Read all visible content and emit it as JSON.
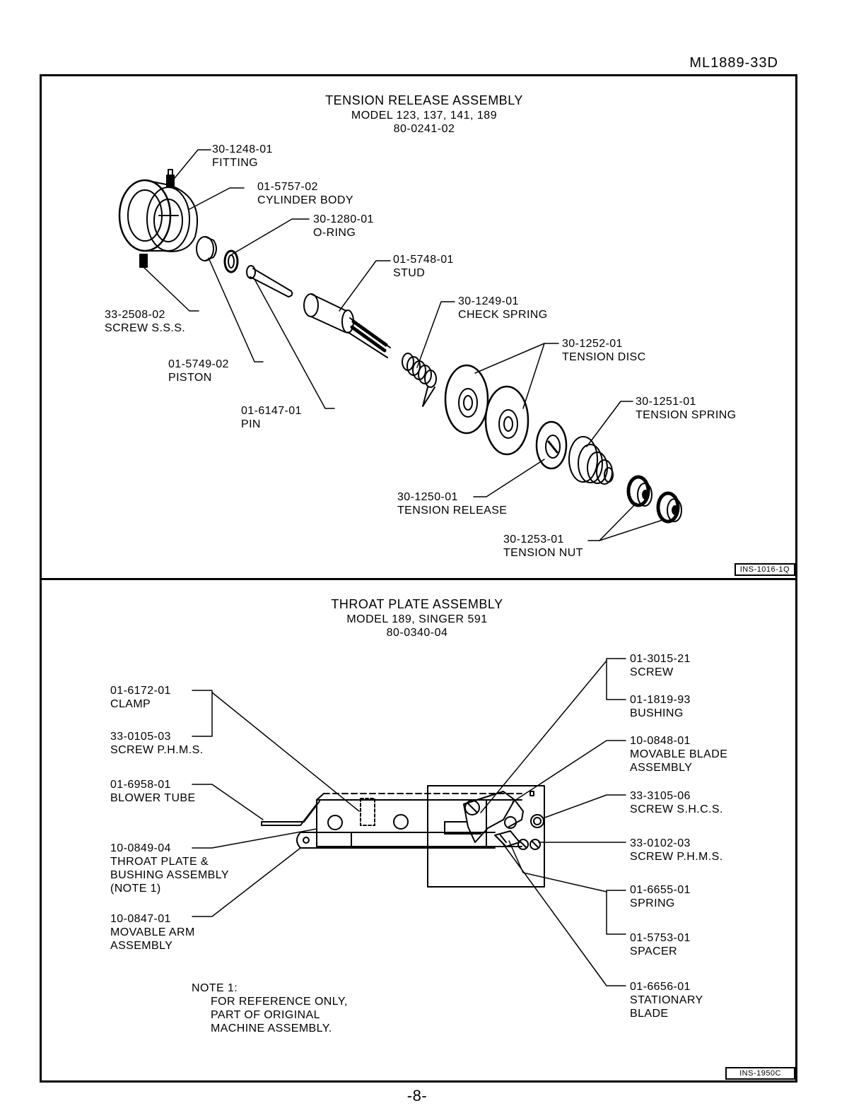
{
  "doc_code": "ML1889-33D",
  "page_number": "-8-",
  "top": {
    "title": "TENSION RELEASE ASSEMBLY",
    "model": "MODEL 123, 137, 141, 189",
    "part_no": "80-0241-02",
    "ins": "INS-1016-1Q",
    "callouts": [
      {
        "part": "30-1248-01",
        "desc": "FITTING"
      },
      {
        "part": "01-5757-02",
        "desc": "CYLINDER BODY"
      },
      {
        "part": "30-1280-01",
        "desc": "O-RING"
      },
      {
        "part": "01-5748-01",
        "desc": "STUD"
      },
      {
        "part": "30-1249-01",
        "desc": "CHECK SPRING"
      },
      {
        "part": "30-1252-01",
        "desc": "TENSION DISC"
      },
      {
        "part": "30-1251-01",
        "desc": "TENSION SPRING"
      },
      {
        "part": "33-2508-02",
        "desc": "SCREW S.S.S."
      },
      {
        "part": "01-5749-02",
        "desc": "PISTON"
      },
      {
        "part": "01-6147-01",
        "desc": "PIN"
      },
      {
        "part": "30-1250-01",
        "desc": "TENSION RELEASE"
      },
      {
        "part": "30-1253-01",
        "desc": "TENSION NUT"
      }
    ]
  },
  "bottom": {
    "title": "THROAT PLATE ASSEMBLY",
    "model": "MODEL 189, SINGER 591",
    "part_no": "80-0340-04",
    "ins": "INS-1950C",
    "left_callouts": [
      {
        "part": "01-6172-01",
        "desc": [
          "CLAMP"
        ]
      },
      {
        "part": "33-0105-03",
        "desc": [
          "SCREW P.H.M.S."
        ]
      },
      {
        "part": "01-6958-01",
        "desc": [
          "BLOWER TUBE"
        ]
      },
      {
        "part": "10-0849-04",
        "desc": [
          "THROAT PLATE &",
          "BUSHING ASSEMBLY",
          "(NOTE 1)"
        ]
      },
      {
        "part": "10-0847-01",
        "desc": [
          "MOVABLE ARM",
          "ASSEMBLY"
        ]
      }
    ],
    "right_callouts": [
      {
        "part": "01-3015-21",
        "desc": [
          "SCREW"
        ]
      },
      {
        "part": "01-1819-93",
        "desc": [
          "BUSHING"
        ]
      },
      {
        "part": "10-0848-01",
        "desc": [
          "MOVABLE BLADE",
          "ASSEMBLY"
        ]
      },
      {
        "part": "33-3105-06",
        "desc": [
          "SCREW S.H.C.S."
        ]
      },
      {
        "part": "33-0102-03",
        "desc": [
          "SCREW P.H.M.S."
        ]
      },
      {
        "part": "01-6655-01",
        "desc": [
          "SPRING"
        ]
      },
      {
        "part": "01-5753-01",
        "desc": [
          "SPACER"
        ]
      },
      {
        "part": "01-6656-01",
        "desc": [
          "STATIONARY",
          "BLADE"
        ]
      }
    ],
    "note": {
      "heading": "NOTE 1:",
      "lines": [
        "FOR REFERENCE ONLY,",
        "PART OF ORIGINAL",
        "MACHINE ASSEMBLY."
      ]
    }
  }
}
